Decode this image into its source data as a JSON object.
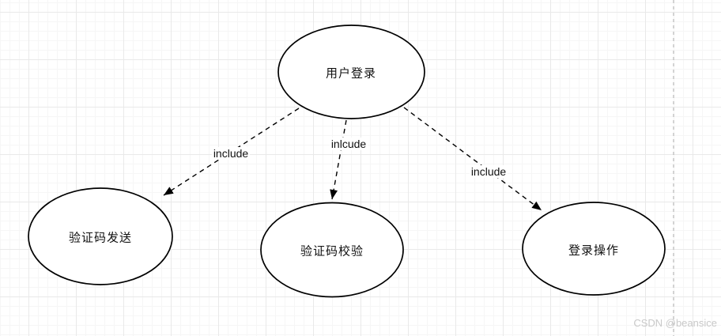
{
  "diagram": {
    "type": "use-case-diagram",
    "nodes": [
      {
        "id": "user-login",
        "label": "用户登录"
      },
      {
        "id": "send-captcha",
        "label": "验证码发送"
      },
      {
        "id": "verify-captcha",
        "label": "验证码校验"
      },
      {
        "id": "login-action",
        "label": "登录操作"
      }
    ],
    "edges": [
      {
        "from": "user-login",
        "to": "send-captcha",
        "label": "include"
      },
      {
        "from": "user-login",
        "to": "verify-captcha",
        "label": "inlcude"
      },
      {
        "from": "user-login",
        "to": "login-action",
        "label": "include"
      }
    ],
    "watermark": "CSDN @beansice",
    "colors": {
      "shape_stroke": "#000000",
      "shape_fill": "#ffffff",
      "grid_minor": "#f6f6f6",
      "grid_major": "#e9e9e9",
      "page_divider": "#b9b9b9",
      "watermark": "#c9c9c9"
    }
  }
}
